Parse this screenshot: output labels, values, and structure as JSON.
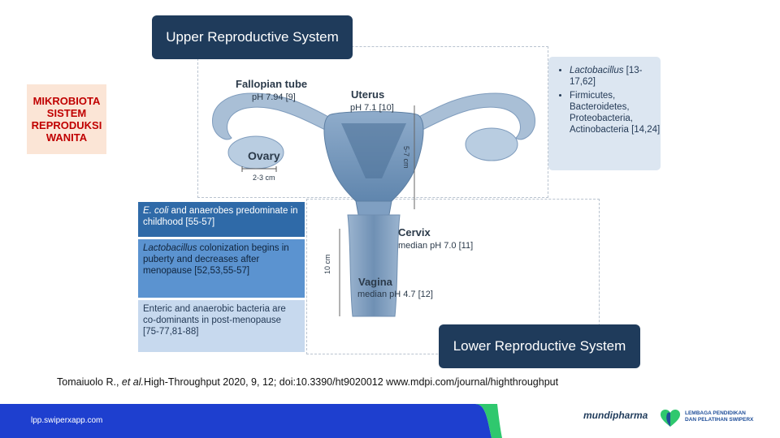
{
  "title_box": {
    "lines": [
      "MIKROBIOTA",
      "SISTEM",
      "REPRODUKSI",
      "WANITA"
    ]
  },
  "upper_header": "Upper Reproductive System",
  "lower_header": "Lower Reproductive System",
  "labels": {
    "fallopian_tube": "Fallopian tube",
    "fallopian_ph": "pH 7.94 [9]",
    "uterus": "Uterus",
    "uterus_ph": "pH 7.1 [10]",
    "ovary": "Ovary",
    "ovary_size": "2-3 cm",
    "uterus_size": "5-7 cm",
    "cervix": "Cervix",
    "cervix_ph": "median pH 7.0 [11]",
    "vagina": "Vagina",
    "vagina_ph": "median pH 4.7 [12]",
    "vagina_size": "10 cm"
  },
  "upper_bacteria": {
    "item1_italic": "Lactobacillus",
    "item1_rest": " [13-17,62]",
    "item2": "Firmicutes, Bacteroidetes, Proteobacteria, Actinobacteria [14,24]"
  },
  "lower_boxes": {
    "box1_italic": "E. coli",
    "box1_rest": " and anaerobes predominate in childhood [55-57]",
    "box2_italic": "Lactobacillus",
    "box2_rest": " colonization begins in puberty and decreases after menopause [52,53,55-57]",
    "box3": "Enteric and anaerobic bacteria are co-dominants in post-menopause [75-77,81-88]"
  },
  "citation": {
    "prefix": "Tomaiuolo R., ",
    "etal": "et al.",
    "suffix": "High-Throughput 2020, 9, 12; doi:10.3390/ht9020012 www.mdpi.com/journal/highthroughput"
  },
  "footer": {
    "url": "lpp.swiperxapp.com",
    "logo1": "mundipharma",
    "logo2_line1": "LEMBAGA PENDIDIKAN",
    "logo2_line2": "DAN PELATIHAN SWIPERX"
  },
  "colors": {
    "header_navy": "#1f3b5b",
    "footer_blue": "#1e3fcf",
    "footer_green": "#2fc86e",
    "title_red": "#c00000"
  }
}
